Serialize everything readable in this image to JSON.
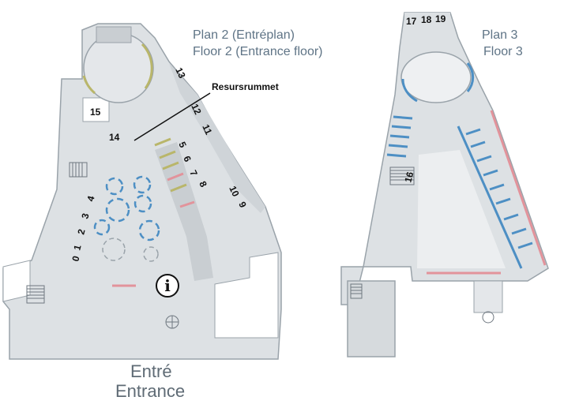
{
  "floor2": {
    "title_sv": "Plan 2 (Entréplan)",
    "title_en": "Floor 2 (Entrance floor)",
    "callout": "Resursrummet",
    "entrance_sv": "Entré",
    "entrance_en": "Entrance",
    "info_symbol": "i",
    "rooms": [
      "0",
      "1",
      "2",
      "3",
      "4",
      "5",
      "6",
      "7",
      "8",
      "9",
      "10",
      "11",
      "12",
      "13",
      "14",
      "15"
    ]
  },
  "floor3": {
    "title_sv": "Plan 3",
    "title_en": "Floor 3",
    "rooms": [
      "16",
      "17",
      "18",
      "19"
    ]
  },
  "colors": {
    "floor": "#dde1e4",
    "wall": "#9aa3aa",
    "corridor": "#c9ced2",
    "shelf_blue": "#4d8fc4",
    "shelf_pink": "#e2939b",
    "shelf_olive": "#b9b66a",
    "title": "#5f7486"
  }
}
